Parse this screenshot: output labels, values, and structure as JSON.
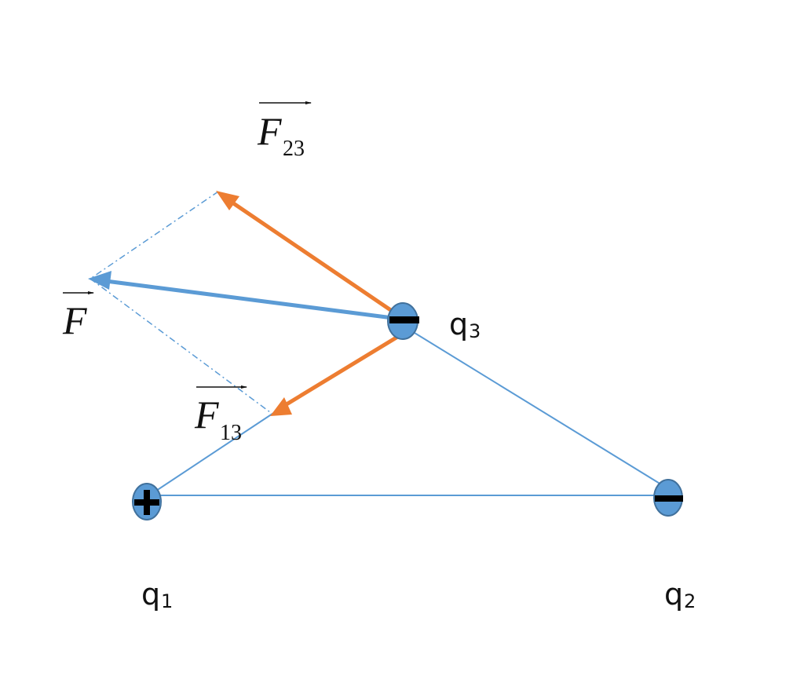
{
  "colors": {
    "orange": "#ED7D31",
    "blue": "#5B9BD5",
    "charge_fill": "#5B9BD5",
    "charge_stroke": "#41719C"
  },
  "charges": [
    {
      "name": "q",
      "sub": "1",
      "sign": "+"
    },
    {
      "name": "q",
      "sub": "2",
      "sign": "-"
    },
    {
      "name": "q",
      "sub": "3",
      "sign": "-"
    }
  ],
  "forces": {
    "f23": {
      "symbol": "F",
      "sub": "23"
    },
    "f13": {
      "symbol": "F",
      "sub": "13"
    },
    "f": {
      "symbol": "F"
    }
  }
}
